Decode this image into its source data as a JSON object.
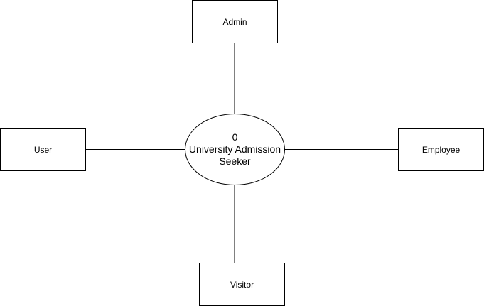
{
  "diagram": {
    "colors": {
      "stroke": "#000000",
      "fill": "#ffffff",
      "text": "#000000"
    },
    "process": {
      "number": "0",
      "line1": "University Admission",
      "line2": "Seeker"
    },
    "entities": {
      "admin": "Admin",
      "user": "User",
      "employee": "Employee",
      "visitor": "Visitor"
    }
  }
}
